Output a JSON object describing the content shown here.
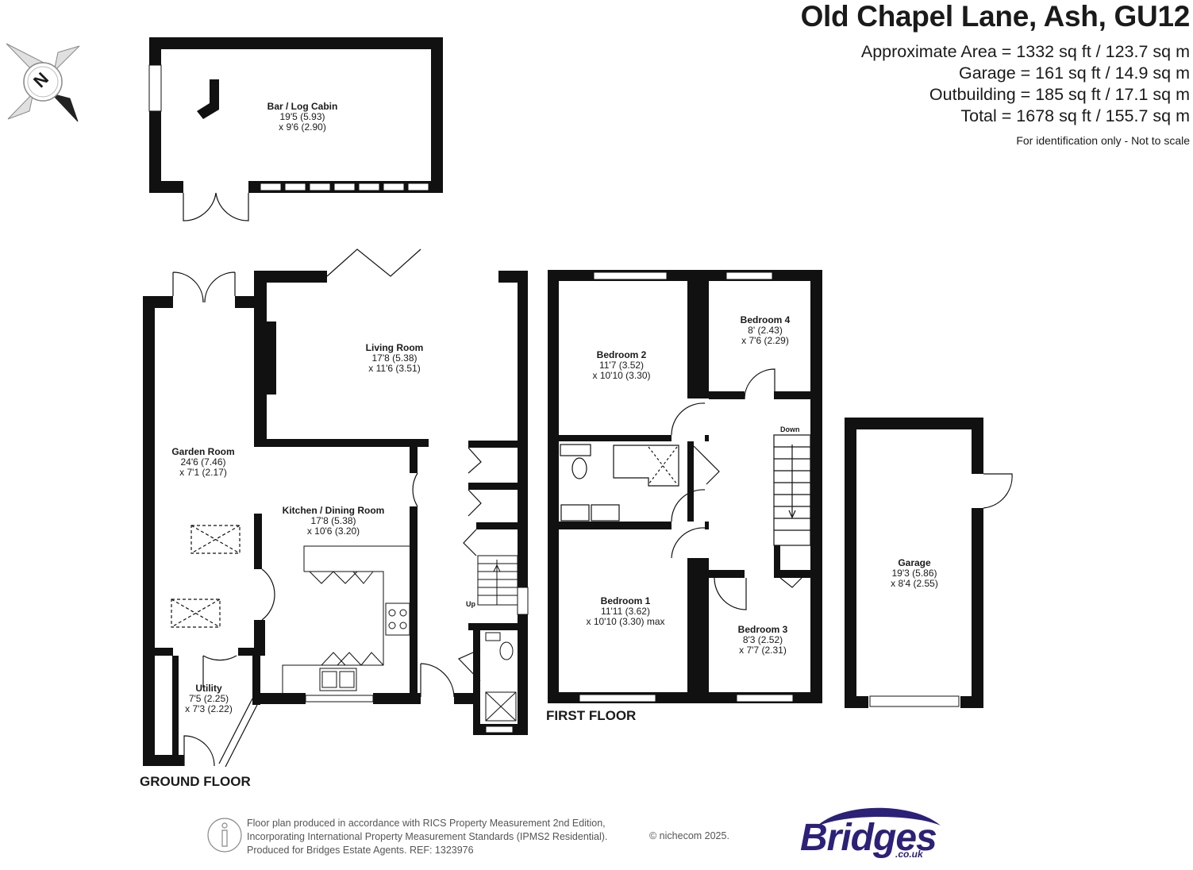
{
  "header": {
    "title": "Old Chapel Lane, Ash, GU12",
    "areas": [
      "Approximate Area = 1332 sq ft / 123.7 sq m",
      "Garage = 161 sq ft / 14.9 sq m",
      "Outbuilding = 185 sq ft / 17.1 sq m",
      "Total = 1678 sq ft / 155.7 sq m"
    ],
    "disclaimer": "For identification only - Not to scale"
  },
  "compass": {
    "letter": "N"
  },
  "rooms": {
    "log_cabin": {
      "name": "Bar / Log Cabin",
      "dim1": "19'5 (5.93)",
      "dim2": "x 9'6 (2.90)"
    },
    "living_room": {
      "name": "Living Room",
      "dim1": "17'8 (5.38)",
      "dim2": "x 11'6 (3.51)"
    },
    "garden_room": {
      "name": "Garden Room",
      "dim1": "24'6 (7.46)",
      "dim2": "x 7'1 (2.17)"
    },
    "kitchen": {
      "name": "Kitchen / Dining Room",
      "dim1": "17'8 (5.38)",
      "dim2": "x 10'6 (3.20)"
    },
    "utility": {
      "name": "Utility",
      "dim1": "7'5 (2.25)",
      "dim2": "x 7'3 (2.22)"
    },
    "bedroom2": {
      "name": "Bedroom 2",
      "dim1": "11'7 (3.52)",
      "dim2": "x 10'10 (3.30)"
    },
    "bedroom4": {
      "name": "Bedroom 4",
      "dim1": "8' (2.43)",
      "dim2": "x 7'6 (2.29)"
    },
    "bedroom1": {
      "name": "Bedroom 1",
      "dim1": "11'11 (3.62)",
      "dim2": "x 10'10 (3.30) max"
    },
    "bedroom3": {
      "name": "Bedroom 3",
      "dim1": "8'3 (2.52)",
      "dim2": "x 7'7 (2.31)"
    },
    "garage": {
      "name": "Garage",
      "dim1": "19'3 (5.86)",
      "dim2": "x 8'4 (2.55)"
    }
  },
  "labels": {
    "ground_floor": "GROUND FLOOR",
    "first_floor": "FIRST FLOOR",
    "stairs_up": "Up",
    "stairs_down": "Down"
  },
  "footer": {
    "lines": [
      "Floor plan produced in accordance with RICS Property Measurement 2nd Edition,",
      "Incorporating International Property Measurement Standards (IPMS2 Residential).",
      "Produced for Bridges Estate Agents.   REF: 1323976"
    ],
    "copyright": "© nichecom 2025."
  },
  "logo": {
    "name": "Bridges",
    "domain": ".co.uk",
    "color": "#2c2178"
  }
}
